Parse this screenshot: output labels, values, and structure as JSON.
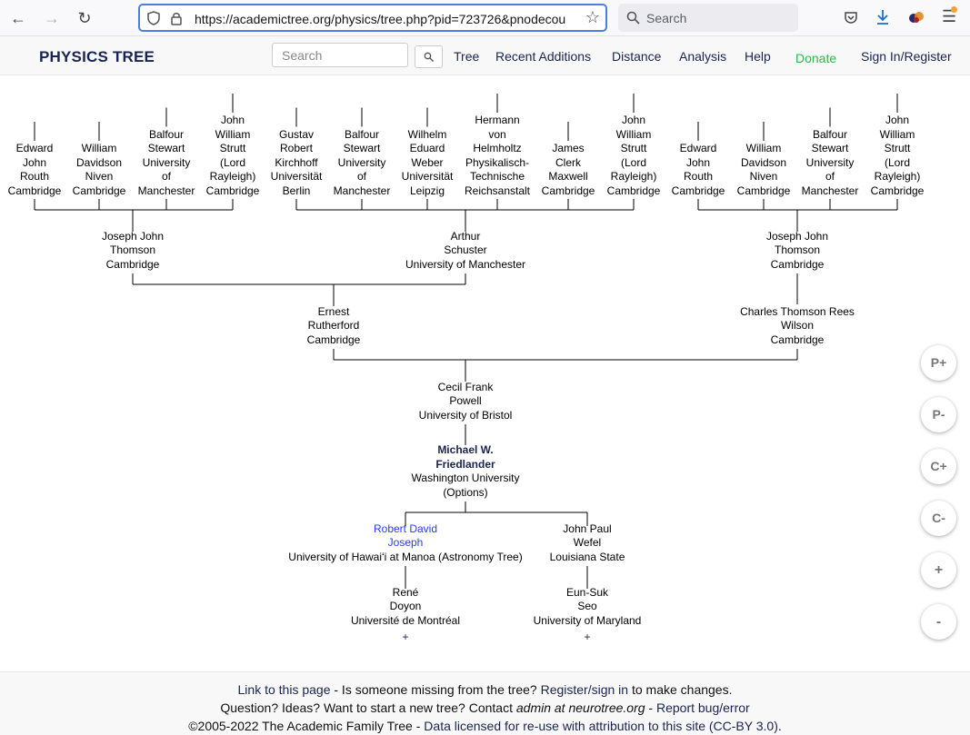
{
  "browser": {
    "url": "https://academictree.org/physics/tree.php?pid=723726&pnodecou",
    "search_placeholder": "Search"
  },
  "header": {
    "brand": "PHYSICS TREE",
    "search_placeholder": "Search",
    "nav": [
      "Tree",
      "Recent Additions",
      "Distance",
      "Analysis",
      "Help",
      "Donate",
      "Sign In/Register"
    ]
  },
  "tree": {
    "gen4": [
      {
        "lines": [
          "Edward",
          "John",
          "Routh"
        ],
        "institution": "Cambridge"
      },
      {
        "lines": [
          "William",
          "Davidson",
          "Niven"
        ],
        "institution": "Cambridge"
      },
      {
        "lines": [
          "Balfour",
          "Stewart"
        ],
        "institution": "University of Manchester",
        "inst_lines": [
          "University",
          "of",
          "Manchester"
        ]
      },
      {
        "lines": [
          "John",
          "William",
          "Strutt",
          "(Lord",
          "Rayleigh)"
        ],
        "institution": "Cambridge"
      },
      {
        "lines": [
          "Gustav",
          "Robert",
          "Kirchhoff"
        ],
        "institution": "Universität Berlin",
        "inst_lines": [
          "Universität",
          "Berlin"
        ]
      },
      {
        "lines": [
          "Balfour",
          "Stewart"
        ],
        "institution": "University of Manchester",
        "inst_lines": [
          "University",
          "of",
          "Manchester"
        ]
      },
      {
        "lines": [
          "Wilhelm",
          "Eduard",
          "Weber"
        ],
        "institution": "Universität Leipzig",
        "inst_lines": [
          "Universität",
          "Leipzig"
        ]
      },
      {
        "lines": [
          "Hermann",
          "von",
          "Helmholtz"
        ],
        "institution": "Physikalisch-Technische Reichsanstalt",
        "inst_lines": [
          "Physikalisch-",
          "Technische",
          "Reichsanstalt"
        ]
      },
      {
        "lines": [
          "James",
          "Clerk",
          "Maxwell"
        ],
        "institution": "Cambridge"
      },
      {
        "lines": [
          "John",
          "William",
          "Strutt",
          "(Lord",
          "Rayleigh)"
        ],
        "institution": "Cambridge"
      },
      {
        "lines": [
          "Edward",
          "John",
          "Routh"
        ],
        "institution": "Cambridge"
      },
      {
        "lines": [
          "William",
          "Davidson",
          "Niven"
        ],
        "institution": "Cambridge"
      },
      {
        "lines": [
          "Balfour",
          "Stewart"
        ],
        "institution": "University of Manchester",
        "inst_lines": [
          "University",
          "of",
          "Manchester"
        ]
      },
      {
        "lines": [
          "John",
          "William",
          "Strutt",
          "(Lord",
          "Rayleigh)"
        ],
        "institution": "Cambridge"
      }
    ],
    "gen3": [
      {
        "lines": [
          "Joseph John",
          "Thomson"
        ],
        "institution": "Cambridge"
      },
      {
        "lines": [
          "Arthur",
          "Schuster"
        ],
        "institution": "University of Manchester"
      },
      {
        "lines": [
          "Joseph John",
          "Thomson"
        ],
        "institution": "Cambridge"
      }
    ],
    "gen2": [
      {
        "lines": [
          "Ernest",
          "Rutherford"
        ],
        "institution": "Cambridge"
      },
      {
        "lines": [
          "Charles Thomson Rees",
          "Wilson"
        ],
        "institution": "Cambridge"
      }
    ],
    "gen1": {
      "lines": [
        "Cecil Frank",
        "Powell"
      ],
      "institution": "University of Bristol"
    },
    "focus": {
      "lines": [
        "Michael W.",
        "Friedlander"
      ],
      "institution": "Washington University",
      "options": "(Options)"
    },
    "children": [
      {
        "lines": [
          "Robert David",
          "Joseph"
        ],
        "institution": "University of Hawaiʻi at Manoa (Astronomy Tree)"
      },
      {
        "lines": [
          "John Paul",
          "Wefel"
        ],
        "institution": "Louisiana State"
      }
    ],
    "grandchildren": [
      {
        "lines": [
          "René",
          "Doyon"
        ],
        "institution": "Université de Montréal",
        "more": "+"
      },
      {
        "lines": [
          "Eun-Suk",
          "Seo"
        ],
        "institution": "University of Maryland",
        "more": "+"
      }
    ]
  },
  "zoom_buttons": [
    "P+",
    "P-",
    "C+",
    "C-",
    "+",
    "-"
  ],
  "footer": {
    "line1_link": "Link to this page",
    "line1_rest": " - Is someone missing from the tree? ",
    "line1_link2": "Register/sign in",
    "line1_end": " to make changes.",
    "line2_start": "Question? Ideas? Want to start a new tree? Contact ",
    "line2_em": "admin at neurotree.org",
    "line2_sep": " - ",
    "line2_link": "Report bug/error",
    "line3_start": "©2005-2022 The Academic Family Tree - ",
    "line3_link": "Data licensed for re-use with attribution to this site (CC-BY 3.0)",
    "line3_end": "."
  }
}
